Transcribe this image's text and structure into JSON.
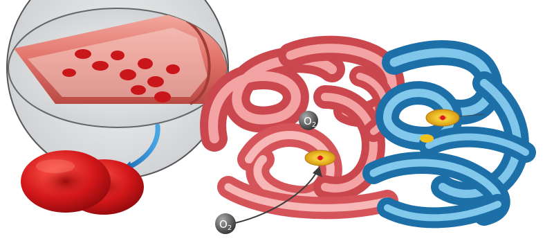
{
  "labels": {
    "oxygen_top": {
      "main": "O",
      "sub": "2"
    },
    "oxygen_bottom": {
      "main": "O",
      "sub": "2"
    }
  },
  "colors": {
    "background": "#ffffff",
    "red_chain": "#e9646a",
    "red_chain_light": "#f6b3b2",
    "blue_chain": "#2a88c4",
    "blue_chain_light": "#8fcfee",
    "red_blood_cell": "#d81d1d",
    "heme": "#f0c21c",
    "oxygen_ball": "#5b5b5b",
    "vessel": "#e8847a"
  },
  "icons": [
    "magnifier-lens",
    "curved-arrow",
    "red-blood-cell",
    "heme-group",
    "oxygen-molecule"
  ]
}
